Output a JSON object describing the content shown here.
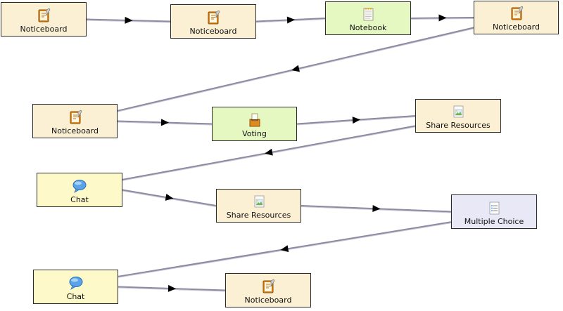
{
  "colors": {
    "noticeboard": "#fcf0d4",
    "notebook": "#e6f8c2",
    "voting": "#e6f8c2",
    "share_resources": "#fcf0d4",
    "chat": "#fdf9c8",
    "multiple_choice": "#e9e8f7",
    "edge": "#8d8aa2"
  },
  "nodes": [
    {
      "id": "n1",
      "label": "Noticeboard",
      "kind": "noticeboard",
      "icon": "noticeboard-icon"
    },
    {
      "id": "n2",
      "label": "Noticeboard",
      "kind": "noticeboard",
      "icon": "noticeboard-icon"
    },
    {
      "id": "n3",
      "label": "Notebook",
      "kind": "notebook",
      "icon": "notebook-icon"
    },
    {
      "id": "n4",
      "label": "Noticeboard",
      "kind": "noticeboard",
      "icon": "noticeboard-icon"
    },
    {
      "id": "n5",
      "label": "Noticeboard",
      "kind": "noticeboard",
      "icon": "noticeboard-icon"
    },
    {
      "id": "n6",
      "label": "Voting",
      "kind": "voting",
      "icon": "ballot-box-icon"
    },
    {
      "id": "n7",
      "label": "Share Resources",
      "kind": "share_resources",
      "icon": "image-file-icon"
    },
    {
      "id": "n8",
      "label": "Chat",
      "kind": "chat",
      "icon": "speech-bubble-icon"
    },
    {
      "id": "n9",
      "label": "Share Resources",
      "kind": "share_resources",
      "icon": "image-file-icon"
    },
    {
      "id": "n10",
      "label": "Multiple Choice",
      "kind": "multiple_choice",
      "icon": "checklist-icon"
    },
    {
      "id": "n11",
      "label": "Chat",
      "kind": "chat",
      "icon": "speech-bubble-icon"
    },
    {
      "id": "n12",
      "label": "Noticeboard",
      "kind": "noticeboard",
      "icon": "noticeboard-icon"
    }
  ],
  "edges": [
    {
      "from": "n1",
      "to": "n2"
    },
    {
      "from": "n2",
      "to": "n3"
    },
    {
      "from": "n3",
      "to": "n4"
    },
    {
      "from": "n4",
      "to": "n5"
    },
    {
      "from": "n5",
      "to": "n6"
    },
    {
      "from": "n6",
      "to": "n7"
    },
    {
      "from": "n7",
      "to": "n8"
    },
    {
      "from": "n8",
      "to": "n9"
    },
    {
      "from": "n9",
      "to": "n10"
    },
    {
      "from": "n10",
      "to": "n11"
    },
    {
      "from": "n11",
      "to": "n12"
    }
  ]
}
